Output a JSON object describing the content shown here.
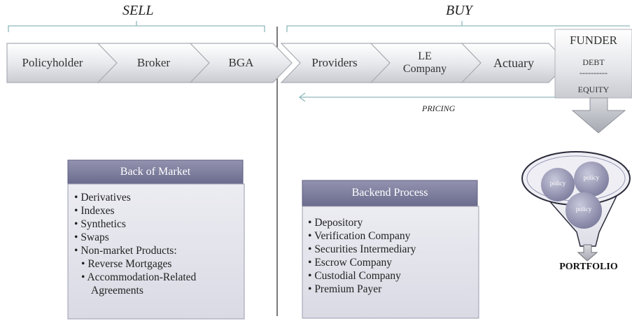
{
  "sell": {
    "title": "SELL"
  },
  "buy": {
    "title": "BUY"
  },
  "chevrons": [
    {
      "label": "Policyholder"
    },
    {
      "label": "Broker"
    },
    {
      "label": "BGA"
    },
    {
      "label": "Providers"
    },
    {
      "label": "LE Company"
    },
    {
      "label": "Actuary"
    }
  ],
  "funder": {
    "title": "FUNDER",
    "debt": "DEBT",
    "divider": "----------",
    "equity": "EQUITY"
  },
  "pricing": {
    "label": "PRICING"
  },
  "back_of_market": {
    "title": "Back of Market",
    "items": [
      "Derivatives",
      "Indexes",
      "Synthetics",
      "Swaps",
      "Non-market Products:"
    ],
    "sub_items": [
      "Reverse Mortgages",
      "Accommodation-Related",
      "Agreements"
    ]
  },
  "backend_process": {
    "title": "Backend Process",
    "items": [
      "Depository",
      "Verification Company",
      "Securities Intermediary",
      "Escrow Company",
      "Custodial Company",
      "Premium Payer"
    ]
  },
  "funnel": {
    "spheres": [
      "policy",
      "policy",
      "policy"
    ],
    "output": "PORTFOLIO"
  },
  "colors": {
    "chevron_fill": "#e4e6ea",
    "title_bar": "#7b7b9c",
    "panel_fill": "#e3e4ec",
    "bracket": "#8fb8bd",
    "sphere": "#9a9ab8"
  }
}
